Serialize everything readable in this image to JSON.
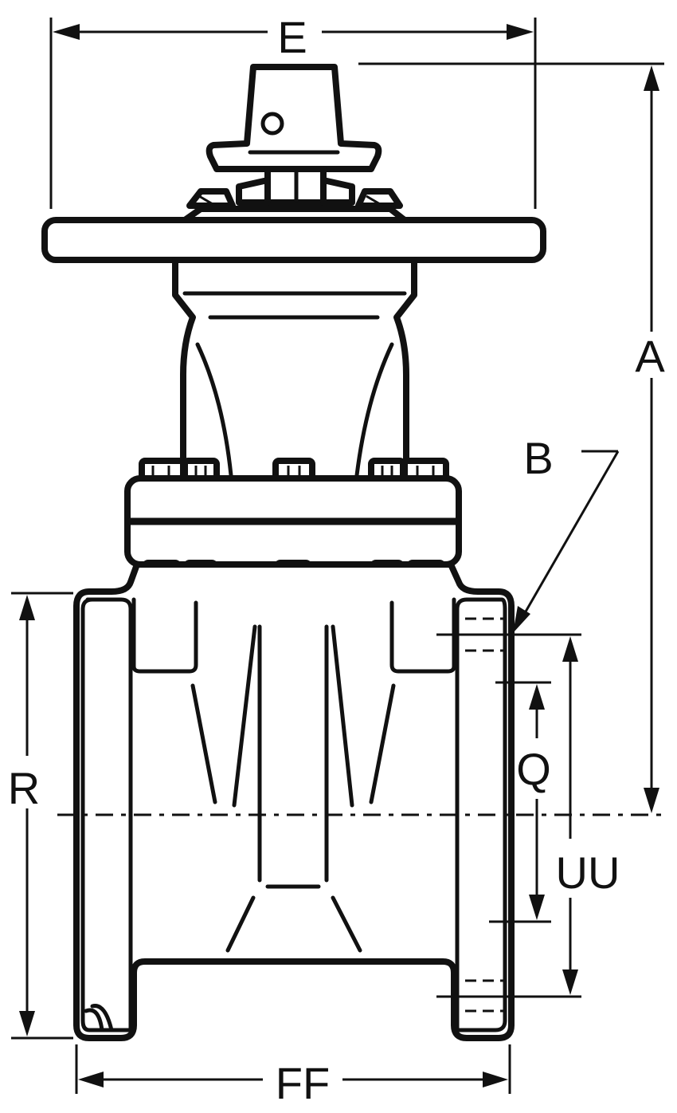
{
  "diagram": {
    "labels": {
      "e": "E",
      "a": "A",
      "b": "B",
      "r": "R",
      "q": "Q",
      "uu": "UU",
      "ff": "FF"
    }
  }
}
